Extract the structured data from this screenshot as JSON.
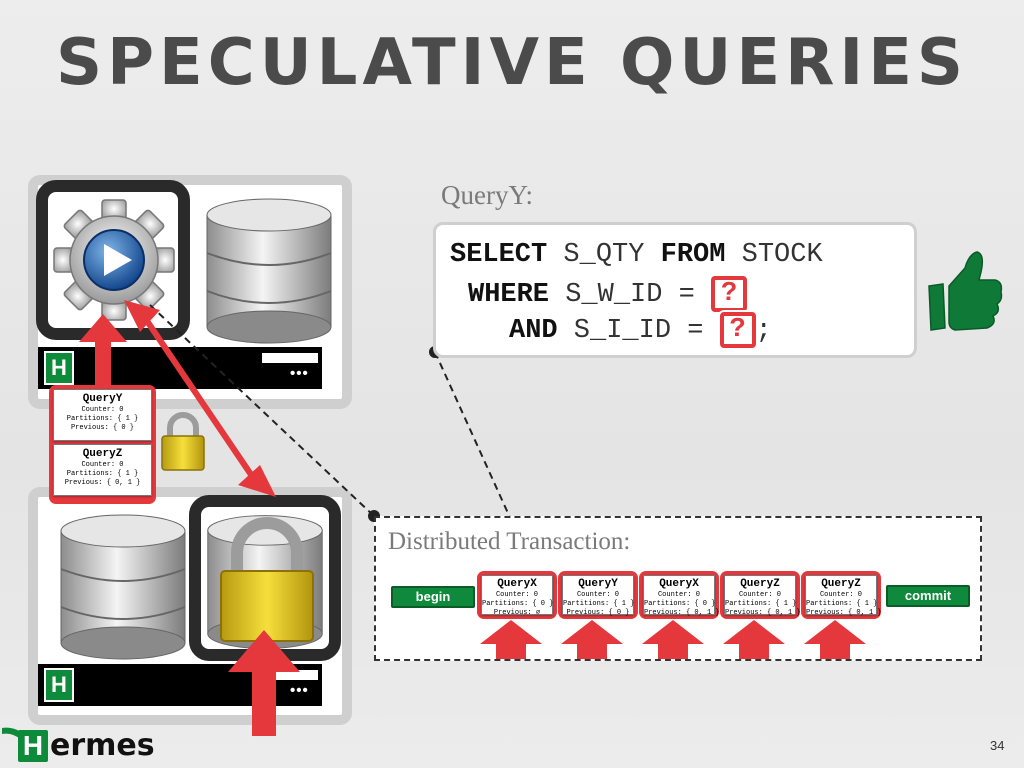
{
  "slide": {
    "title": "SPECULATIVE QUERIES",
    "page_number": "34"
  },
  "logo": {
    "badge_letter": "H",
    "text": "ermes"
  },
  "servers": {
    "top": {
      "badge_letter": "H",
      "dots": "•••"
    },
    "bottom": {
      "badge_letter": "H",
      "dots": "•••"
    }
  },
  "queue_cards": [
    {
      "name": "QueryY",
      "counter": "Counter: 0",
      "partitions": "Partitions: { 1 }",
      "previous": "Previous: { 0 }"
    },
    {
      "name": "QueryZ",
      "counter": "Counter: 0",
      "partitions": "Partitions: { 1 }",
      "previous": "Previous: { 0, 1 }"
    }
  ],
  "query_label": "QueryY:",
  "sql": {
    "kw_select": "SELECT",
    "sel_rest": " S_QTY ",
    "kw_from": "FROM",
    "from_rest": " STOCK",
    "kw_where": "WHERE",
    "where_rest": " S_W_ID = ",
    "kw_and": "AND",
    "and_rest": " S_I_ID = ",
    "param": "?",
    "end": ";"
  },
  "transaction": {
    "label": "Distributed Transaction:",
    "begin": "begin",
    "commit": "commit",
    "queries": [
      {
        "name": "QueryX",
        "counter": "Counter: 0",
        "partitions": "Partitions: { 0 }",
        "previous": "Previous: ∅"
      },
      {
        "name": "QueryY",
        "counter": "Counter: 0",
        "partitions": "Partitions: { 1 }",
        "previous": "Previous: { 0 }"
      },
      {
        "name": "QueryX",
        "counter": "Counter: 0",
        "partitions": "Partitions: { 0 }",
        "previous": "Previous: { 0, 1 }"
      },
      {
        "name": "QueryZ",
        "counter": "Counter: 0",
        "partitions": "Partitions: { 1 }",
        "previous": "Previous: { 0, 1 }"
      },
      {
        "name": "QueryZ",
        "counter": "Counter: 0",
        "partitions": "Partitions: { 1 }",
        "previous": "Previous: { 0, 1 }"
      }
    ]
  },
  "colors": {
    "accent_red": "#e5383d",
    "hermes_green": "#0d8a3a",
    "title_gray": "#4b4b4b"
  },
  "icons": [
    "gear-play-icon",
    "database-icon",
    "padlock-icon",
    "thumbs-up-icon",
    "up-arrow-icon"
  ]
}
